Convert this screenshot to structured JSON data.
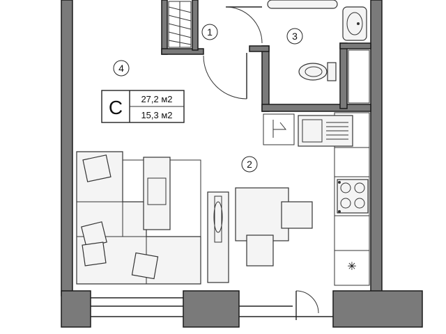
{
  "plan": {
    "room_labels": [
      "1",
      "2",
      "3",
      "4"
    ],
    "apartment_type": "C",
    "total_area": "27,2 м2",
    "living_area": "15,3 м2",
    "freezer_symbol": "✳"
  }
}
